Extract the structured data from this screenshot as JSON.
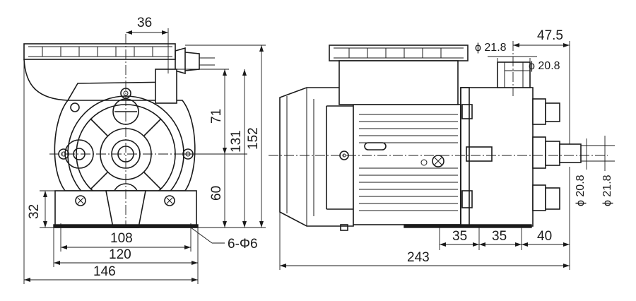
{
  "front_view": {
    "dim_top_outlet": "36",
    "dim_height_upper": "71",
    "dim_height_total_inner": "131",
    "dim_height_total": "152",
    "dim_height_lower": "60",
    "dim_base_height": "32",
    "dim_hole_spacing": "108",
    "dim_base_width": "120",
    "dim_overall_width": "146",
    "note_mounting_holes": "6-Φ6"
  },
  "side_view": {
    "dim_inlet_diameter_top": "ϕ 21.8",
    "dim_outlet_offset": "47.5",
    "dim_inlet_diameter_inner": "ϕ 20.8",
    "dim_outlet_diameter_inner": "ϕ 20.8",
    "dim_outlet_diameter": "ϕ 21.8",
    "dim_foot_a": "35",
    "dim_foot_b": "35",
    "dim_foot_c": "40",
    "dim_overall_length": "243"
  }
}
